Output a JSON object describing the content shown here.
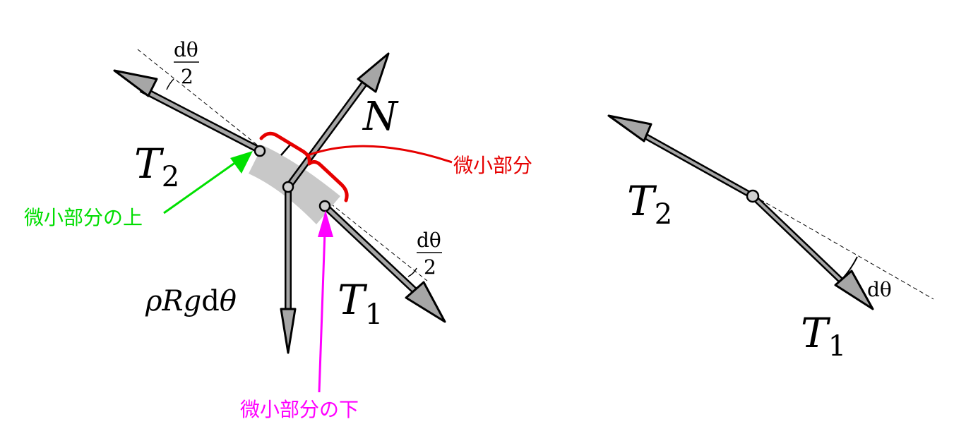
{
  "left_diagram": {
    "T2": {
      "main": "T",
      "sub": "2"
    },
    "T1": {
      "main": "T",
      "sub": "1"
    },
    "N": "N",
    "weight": {
      "rho": "ρ",
      "R": "R",
      "g": "g",
      "d": "d",
      "theta": "θ"
    },
    "angle_top": {
      "num": "dθ",
      "den": "2"
    },
    "angle_bottom": {
      "num": "dθ",
      "den": "2"
    },
    "annotations": {
      "small_part": {
        "text": "微小部分",
        "color": "#ff0000"
      },
      "small_part_top": {
        "text": "微小部分の上",
        "color": "#00e000"
      },
      "small_part_bottom": {
        "text": "微小部分の下",
        "color": "#ff00ff"
      }
    }
  },
  "right_diagram": {
    "T2": {
      "main": "T",
      "sub": "2"
    },
    "T1": {
      "main": "T",
      "sub": "1"
    },
    "angle": "dθ"
  },
  "colors": {
    "arrow_fill": "#a6a6a6",
    "segment_fill": "#c8c8c8",
    "outline": "#000000"
  }
}
